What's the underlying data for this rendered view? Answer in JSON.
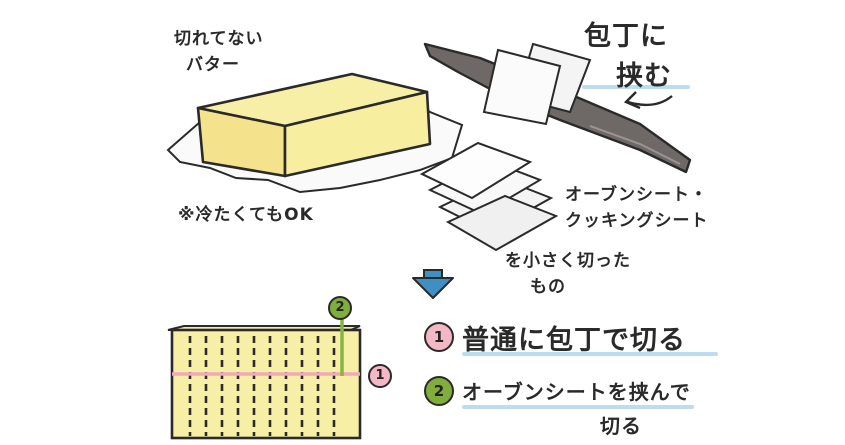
{
  "labels": {
    "butter_uncut_line1": "切れてない",
    "butter_uncut_line2": "バター",
    "cold_ok": "※冷たくてもOK",
    "knife_line1": "包丁に",
    "knife_line2": "挟む",
    "sheet_line1": "オーブンシート・",
    "sheet_line2": "クッキングシート",
    "sheet_line3": "を小さく切った",
    "sheet_line4": "もの"
  },
  "steps": [
    {
      "number": "1",
      "text": "普通に包丁で切る",
      "color": "#f4b7c6"
    },
    {
      "number": "2",
      "text_line1": "オーブンシートを挟んで",
      "text_line2": "切る",
      "color": "#7fae3c"
    }
  ],
  "diagram_badges": {
    "vertical_cut": "2",
    "horizontal_cut": "1"
  },
  "colors": {
    "butter": "#f8efa6",
    "outline": "#2a2a2a",
    "knife_blade": "#6e6866",
    "arrow": "#3d8fc4",
    "underline": "#bcdcef",
    "pink_line": "#f2a7ba",
    "green_line": "#86b640"
  },
  "icons": [
    "butter-block-icon",
    "knife-icon",
    "sheet-stack-icon",
    "down-arrow-icon",
    "cut-butter-diagram-icon"
  ]
}
